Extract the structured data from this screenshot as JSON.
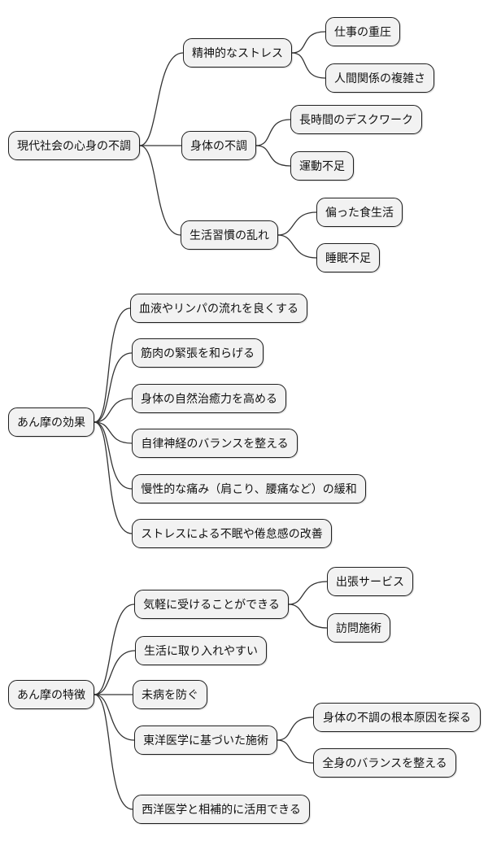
{
  "diagram_type": "mindmap",
  "background": "#ffffff",
  "colors": {
    "node_fill": "#f2f2f2",
    "node_border": "#1f1f1f",
    "edge_stroke": "#333333",
    "text": "#111111"
  },
  "maps": [
    {
      "root": "現代社会の心身の不調",
      "branches": [
        {
          "label": "精神的なストレス",
          "children": [
            "仕事の重圧",
            "人間関係の複雑さ"
          ]
        },
        {
          "label": "身体の不調",
          "children": [
            "長時間のデスクワーク",
            "運動不足"
          ]
        },
        {
          "label": "生活習慣の乱れ",
          "children": [
            "偏った食生活",
            "睡眠不足"
          ]
        }
      ]
    },
    {
      "root": "あん摩の効果",
      "branches": [
        {
          "label": "血液やリンパの流れを良くする",
          "children": []
        },
        {
          "label": "筋肉の緊張を和らげる",
          "children": []
        },
        {
          "label": "身体の自然治癒力を高める",
          "children": []
        },
        {
          "label": "自律神経のバランスを整える",
          "children": []
        },
        {
          "label": "慢性的な痛み（肩こり、腰痛など）の緩和",
          "children": []
        },
        {
          "label": "ストレスによる不眠や倦怠感の改善",
          "children": []
        }
      ]
    },
    {
      "root": "あん摩の特徴",
      "branches": [
        {
          "label": "気軽に受けることができる",
          "children": [
            "出張サービス",
            "訪問施術"
          ]
        },
        {
          "label": "生活に取り入れやすい",
          "children": []
        },
        {
          "label": "未病を防ぐ",
          "children": []
        },
        {
          "label": "東洋医学に基づいた施術",
          "children": [
            "身体の不調の根本原因を探る",
            "全身のバランスを整える"
          ]
        },
        {
          "label": "西洋医学と相補的に活用できる",
          "children": []
        }
      ]
    }
  ]
}
